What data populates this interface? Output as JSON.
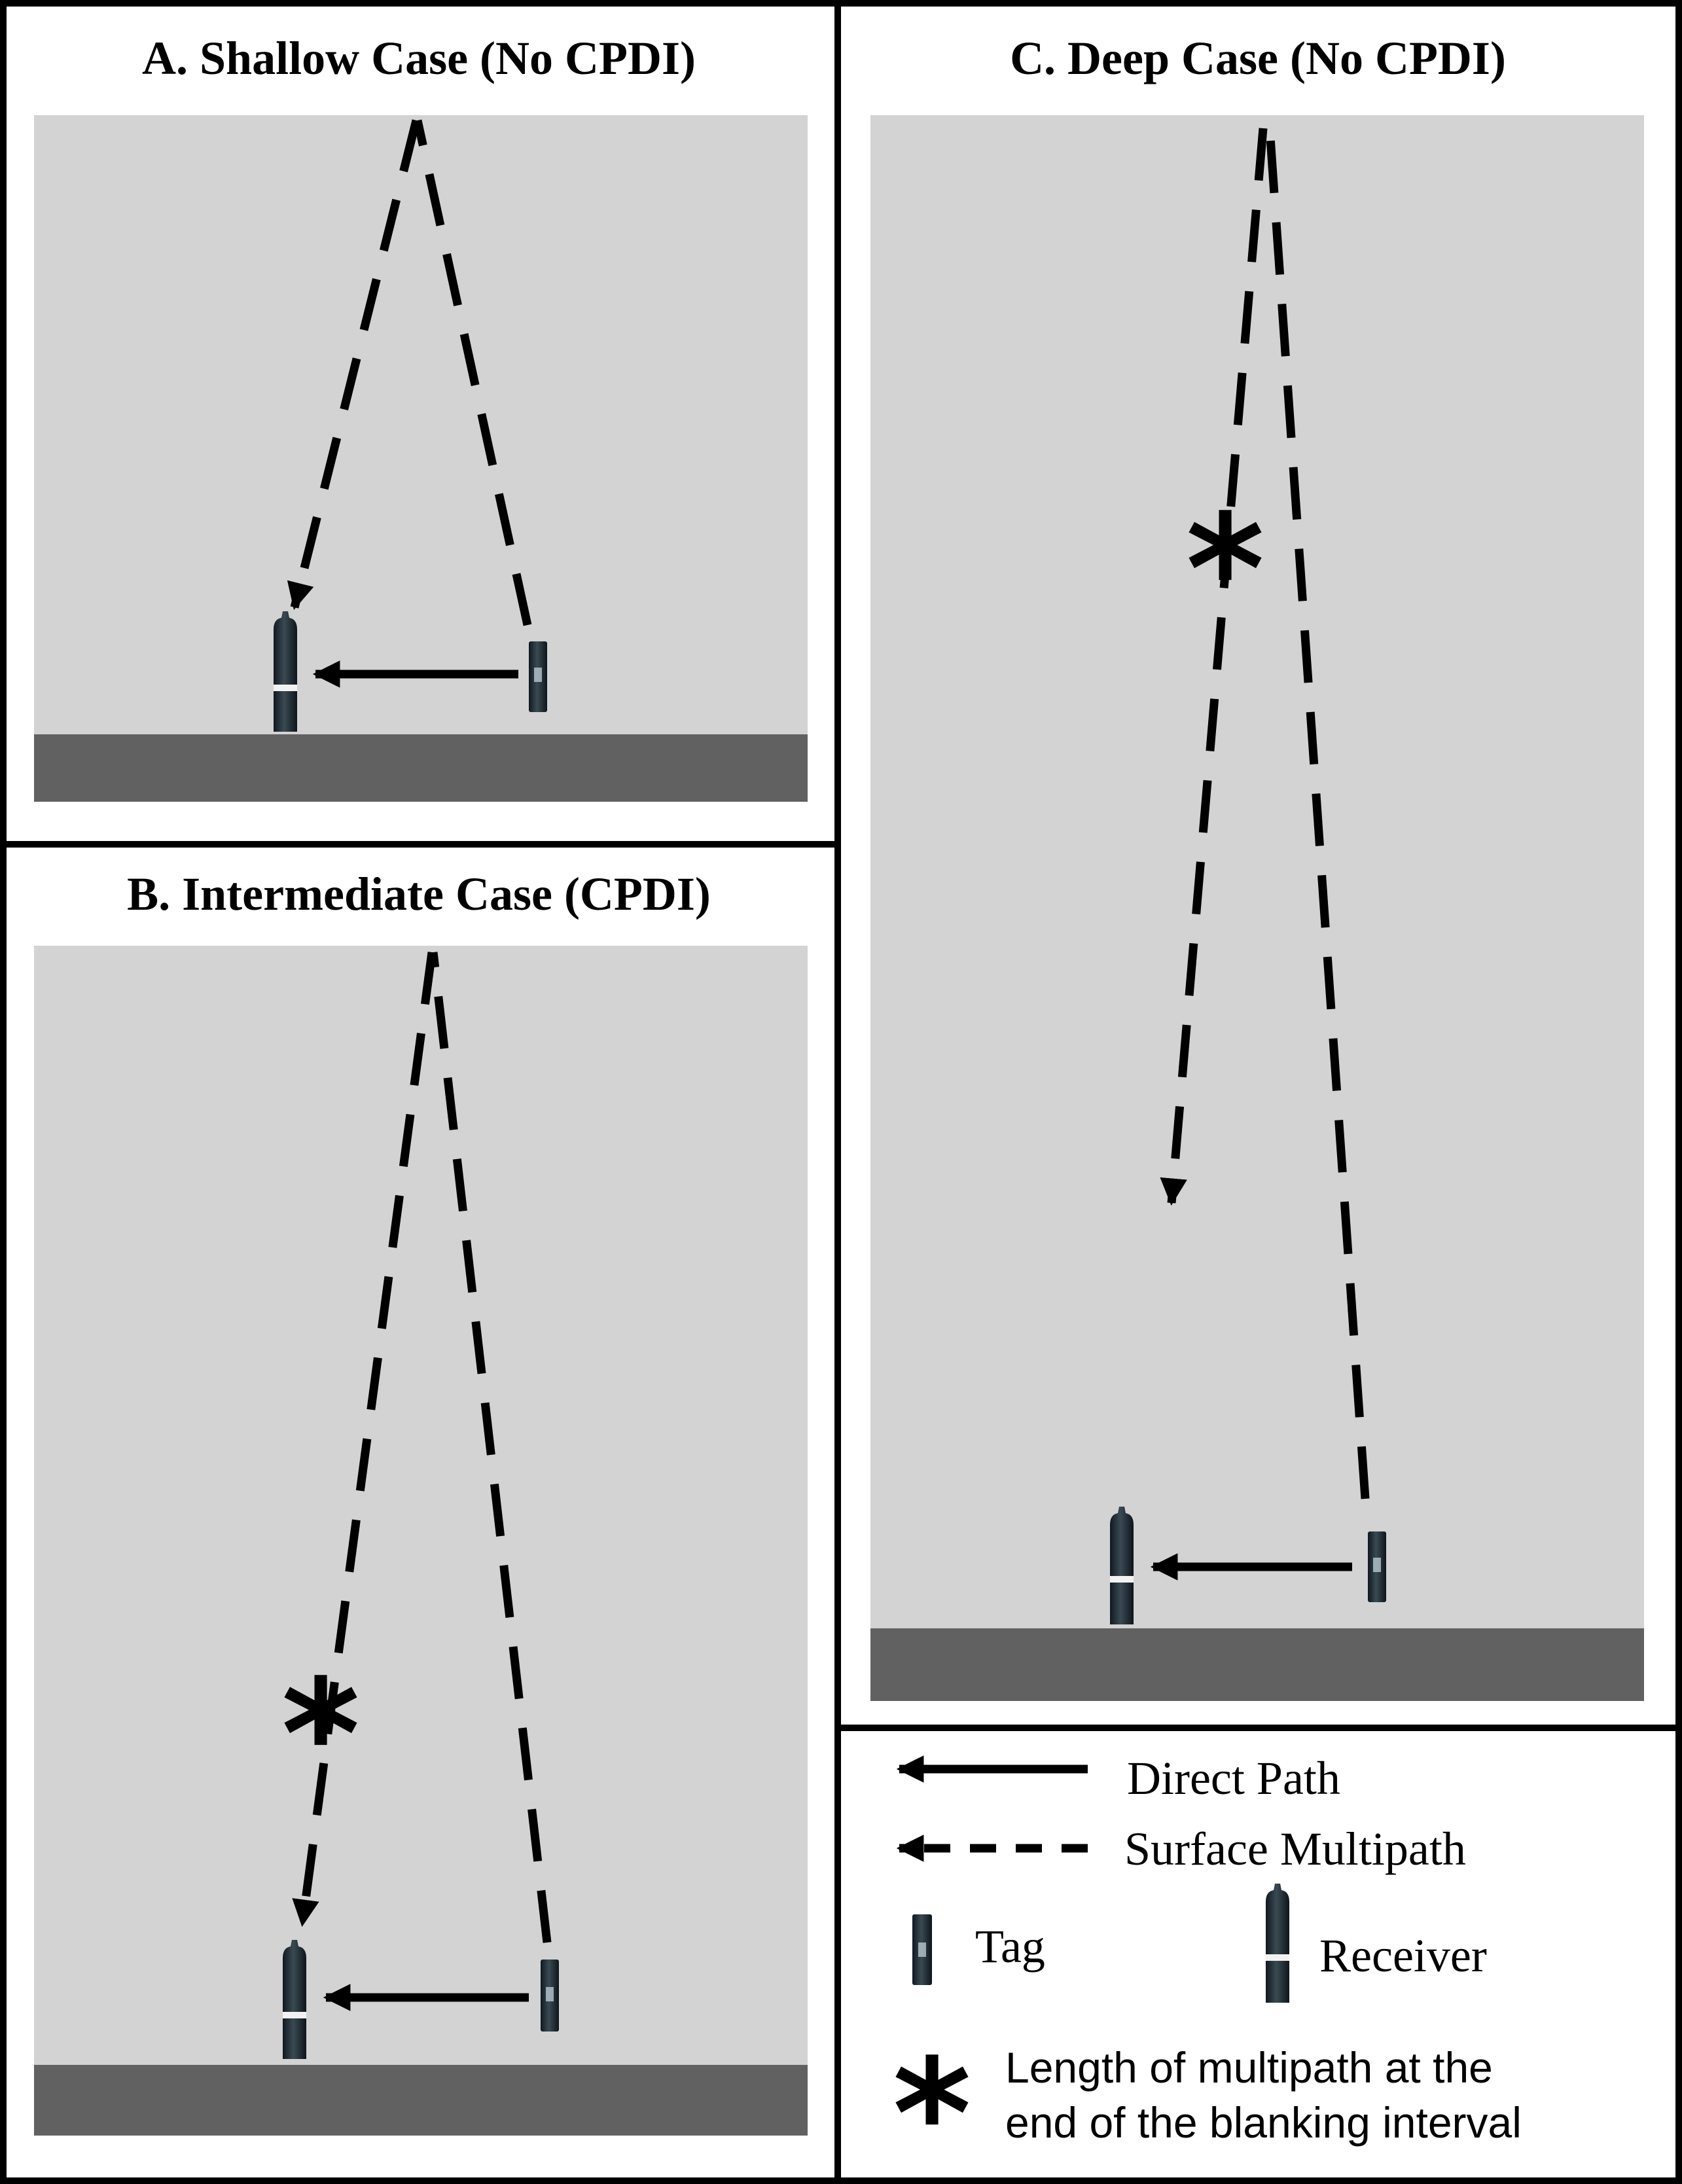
{
  "panels": {
    "a": {
      "title": "A.  Shallow Case (No CPDI)"
    },
    "b": {
      "title": "B.  Intermediate Case (CPDI)",
      "marker": "*"
    },
    "c": {
      "title": "C.  Deep Case (No CPDI)",
      "marker": "*"
    }
  },
  "legend": {
    "direct_path": "Direct Path",
    "surface_multipath": "Surface Multipath",
    "tag": "Tag",
    "receiver": "Receiver",
    "marker": "*",
    "note_line1": "Length of multipath at the",
    "note_line2": "end of the blanking interval"
  },
  "colors": {
    "water": "#d3d3d3",
    "seabed": "#616161",
    "device": "#1f2a30",
    "border": "#000000"
  }
}
